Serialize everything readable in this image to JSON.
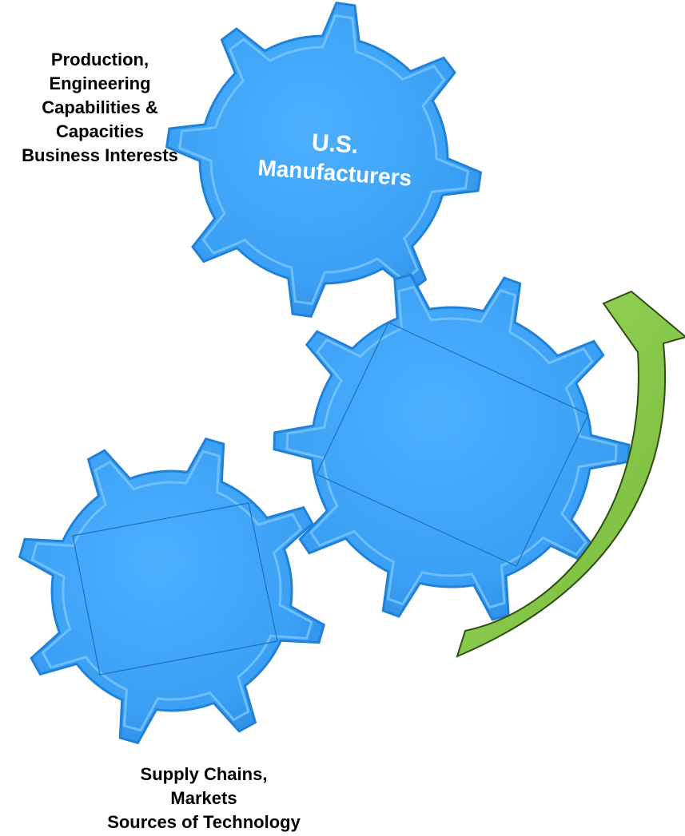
{
  "diagram": {
    "colors": {
      "gear_fill": "#3aa0f5",
      "gear_bevel": "#1f82d8",
      "gear_highlight": "#7cc6ff",
      "arrow_fill": "#8ccf4e",
      "arrow_stroke": "#2f4f14",
      "caption_text": "#000000",
      "gear_text": "#ffffff"
    },
    "gears": [
      {
        "id": "top",
        "title_lines": [
          "U.S.",
          "Manufacturers"
        ],
        "teeth": 8
      },
      {
        "id": "middle",
        "title_lines": [],
        "teeth": 10
      },
      {
        "id": "bottom",
        "title_lines": [],
        "teeth": 8
      }
    ],
    "captions": {
      "top": [
        "Production,",
        "Engineering",
        "Capabilities &",
        "Capacities",
        "Business Interests"
      ],
      "bottom": [
        "Supply Chains,",
        "Markets",
        "Sources of Technology"
      ]
    },
    "arrow": {
      "icon": "curved-arrow-up-icon",
      "direction": "counter-clockwise"
    }
  }
}
